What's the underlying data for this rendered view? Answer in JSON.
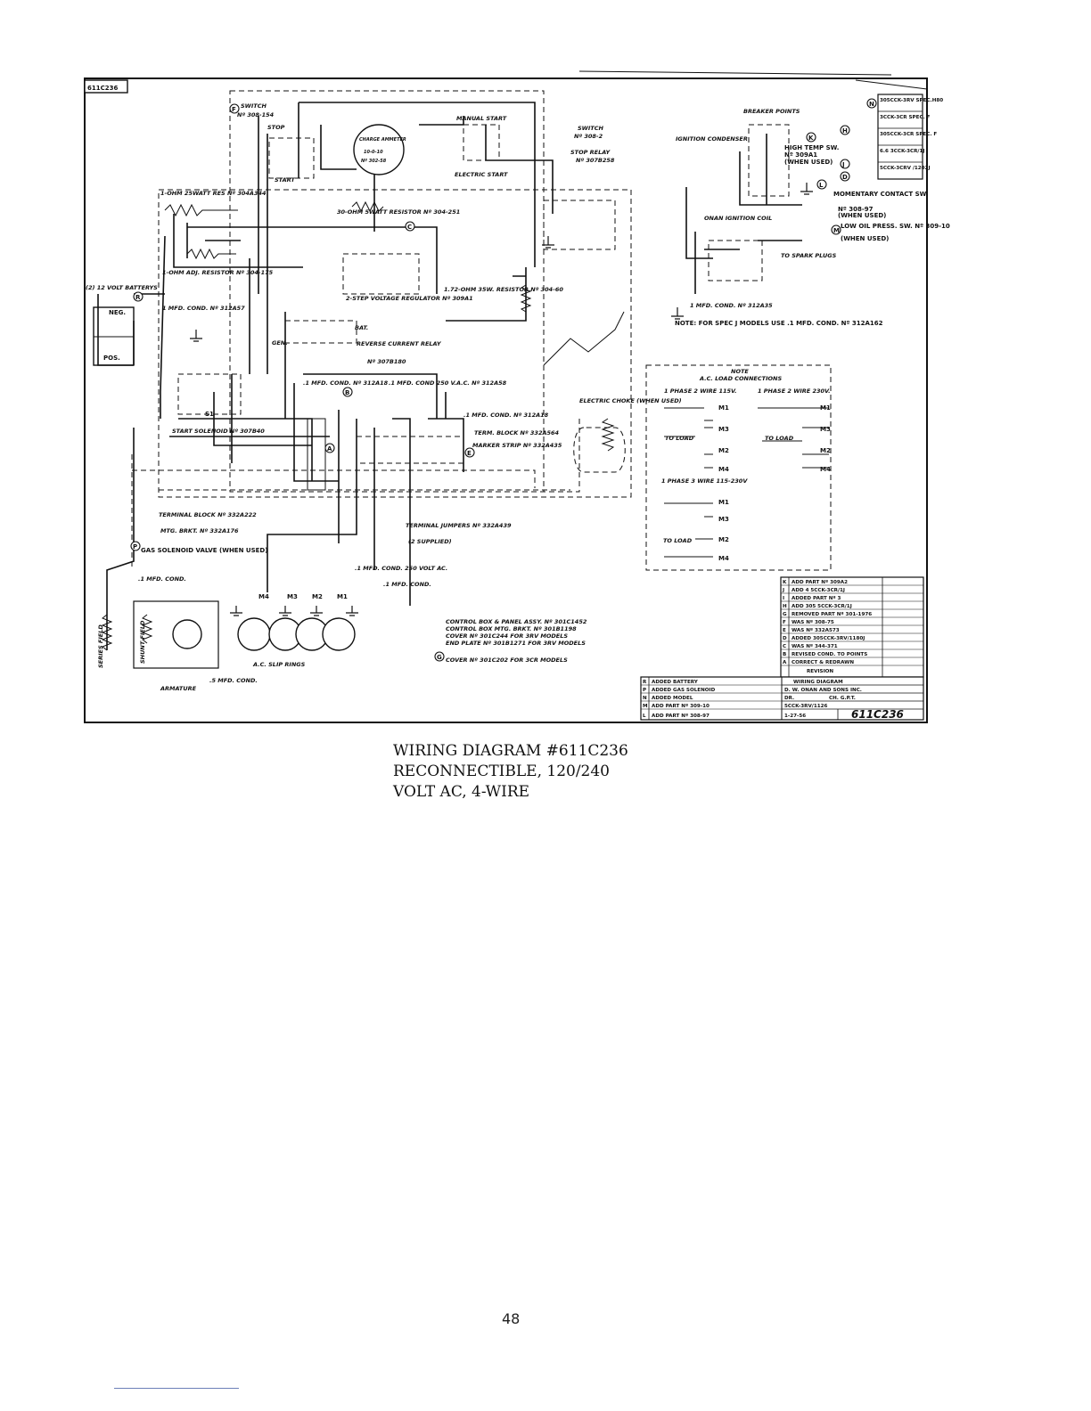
{
  "drawing_id": "611C236",
  "caption": {
    "line1": "WIRING DIAGRAM #611C236",
    "line2": "RECONNECTIBLE, 120/240",
    "line3": "VOLT AC, 4-WIRE"
  },
  "page_number": "48",
  "labels": {
    "switch_stop": "SWITCH",
    "switch_stop_no": "Nº 308-154",
    "stop": "STOP",
    "start": "START",
    "charge_ammeter": "CHARGE AMMETER",
    "ammeter_range": "10-0-10",
    "ammeter_no": "Nº 302-58",
    "manual_start": "MANUAL START",
    "electric_start": "ELECTRIC START",
    "switch_right": "SWITCH",
    "switch_right_no": "Nº 308-2",
    "stop_relay": "STOP RELAY",
    "stop_relay_no": "Nº 307B258",
    "breaker_points": "BREAKER POINTS",
    "ignition_condenser": "IGNITION CONDENSER",
    "high_temp": "HIGH TEMP SW.",
    "high_temp_no": "Nº 309A1",
    "when_used": "(WHEN USED)",
    "momentary": "MOMENTARY CONTACT SW.",
    "momentary_no": "Nº 308-97",
    "low_oil": "LOW OIL PRESS. SW. Nº 309-10",
    "onan_coil": "ONAN IGNITION COIL",
    "to_spark": "TO SPARK PLUGS",
    "res_1ohm": "1-OHM 25WATT RES Nº 304A344",
    "res_30ohm": "30-OHM 5WATT RESISTOR Nº 304-251",
    "res_adj": "1-OHM ADJ. RESISTOR Nº 304-175",
    "battery": "(2) 12 VOLT BATTERYS",
    "neg": "NEG.",
    "pos": "POS.",
    "cond_1mfd_a": "1 MFD. COND. Nº 312A57",
    "regulator": "2-STEP VOLTAGE REGULATOR Nº 309A1",
    "res_172": "1.72-OHM 35W. RESISTOR Nº 304-60",
    "reverse_relay": "REVERSE CURRENT RELAY",
    "reverse_relay_no": "Nº 307B180",
    "gen": "GEN.",
    "bat": "BAT.",
    "cond_coil": "1 MFD. COND. Nº 312A35",
    "note_spec": "NOTE: FOR SPEC J MODELS USE .1 MFD. COND. Nº 312A162",
    "cond_1mfd_b": ".1 MFD. COND. Nº 312A18",
    "cond_250v": ".1 MFD. COND 250 V.A.C. Nº 312A58",
    "cond_1mfd_c": ".1 MFD. COND. Nº 312A18",
    "term_block": "TERM. BLOCK Nº 332A564",
    "marker_strip": "MARKER STRIP Nº 332A435",
    "electric_choke": "ELECTRIC CHOKE (WHEN USED)",
    "start_solenoid": "START SOLENOID Nº 307B40",
    "terminal_block": "TERMINAL BLOCK Nº 332A222",
    "mtg_brkt": "MTG. BRKT. Nº 332A176",
    "gas_solenoid": "GAS SOLENOID VALVE (WHEN USED)",
    "term_jumpers": "TERMINAL JUMPERS Nº 332A439",
    "two_supplied": "(2 SUPPLIED)",
    "cond_250_volt": ".1 MFD. COND. 250 VOLT AC.",
    "cond_mfd_d": ".1 MFD. COND.",
    "cond_mfd_e": ".1 MFD. COND.",
    "cond_5mfd": ".5 MFD. COND.",
    "series_field": "SERIES FIELD",
    "shunt_field": "SHUNT FIELD",
    "slip_rings": "A.C. SLIP RINGS",
    "armature": "ARMATURE",
    "control_box": "CONTROL BOX & PANEL ASSY. Nº 301C1452",
    "control_brkt": "CONTROL BOX MTG. BRKT. Nº 301B1198",
    "cover_note": "COVER Nº 301C244 FOR 3RV MODELS",
    "end_plate": "END PLATE Nº 301B1271 FOR 3RV MODELS",
    "cover_3cr": "COVER Nº 301C202 FOR 3CR MODELS",
    "note": "NOTE",
    "ac_load": "A.C. LOAD CONNECTIONS",
    "phase_2wire_115": "1 PHASE 2 WIRE 115V.",
    "phase_2wire_230": "1 PHASE 2 WIRE 230V.",
    "to_load": "TO LOAD",
    "phase_3wire": "1 PHASE 3 WIRE 115-230V",
    "m1": "M1",
    "m2": "M2",
    "m3": "M3",
    "m4": "M4",
    "circle_a": "A",
    "circle_b": "B",
    "circle_c": "C",
    "circle_d": "D",
    "circle_e": "E",
    "circle_f": "F",
    "circle_g": "G",
    "circle_h": "H",
    "circle_j": "J",
    "circle_k": "K",
    "circle_l": "L",
    "circle_m": "M",
    "circle_n": "N",
    "circle_p": "P",
    "circle_r": "R",
    "s1": "S1"
  },
  "model_notes": [
    "305CCK-3RV SPEC.H80",
    "3CCK-3CR SPEC. F",
    "305CCK-3CR SPEC. F",
    "6.6 3CCK-3CR/1J",
    "5CCK-3CRV /1202J"
  ],
  "revisions": [
    {
      "letter": "K",
      "text": "ADD PART Nº 309A2"
    },
    {
      "letter": "J",
      "text": "ADD 4 5CCK-3CR/1J"
    },
    {
      "letter": "I",
      "text": "ADDED PART Nº 3"
    },
    {
      "letter": "H",
      "text": "ADD 305 5CCK-3CR/1J"
    },
    {
      "letter": "G",
      "text": "REMOVED PART Nº 301-1976"
    },
    {
      "letter": "F",
      "text": "WAS Nº 308-75"
    },
    {
      "letter": "E",
      "text": "WAS Nº 332A573"
    },
    {
      "letter": "D",
      "text": "ADDED 305CCK-3RV/1180J"
    },
    {
      "letter": "C",
      "text": "WAS Nº 344-371"
    },
    {
      "letter": "B",
      "text": "REVISED COND. TO POINTS"
    },
    {
      "letter": "A",
      "text": "CORRECT & REDRAWN"
    }
  ],
  "revision_header": "REVISION",
  "revisions_bottom": [
    {
      "letter": "R",
      "text": "ADDED BATTERY"
    },
    {
      "letter": "P",
      "text": "ADDED GAS SOLENOID"
    },
    {
      "letter": "N",
      "text": "ADDED MODEL"
    },
    {
      "letter": "M",
      "text": "ADD PART Nº 309-10"
    },
    {
      "letter": "L",
      "text": "ADD PART Nº 308-97"
    }
  ],
  "title_block": {
    "title": "WIRING DIAGRAM",
    "company": "D. W. ONAN AND SONS INC.",
    "drawn": "DR.",
    "checked": "CH. G.P.T.",
    "model": "5CCK-3RV/1126",
    "date": "1-27-56",
    "number": "611C236"
  }
}
